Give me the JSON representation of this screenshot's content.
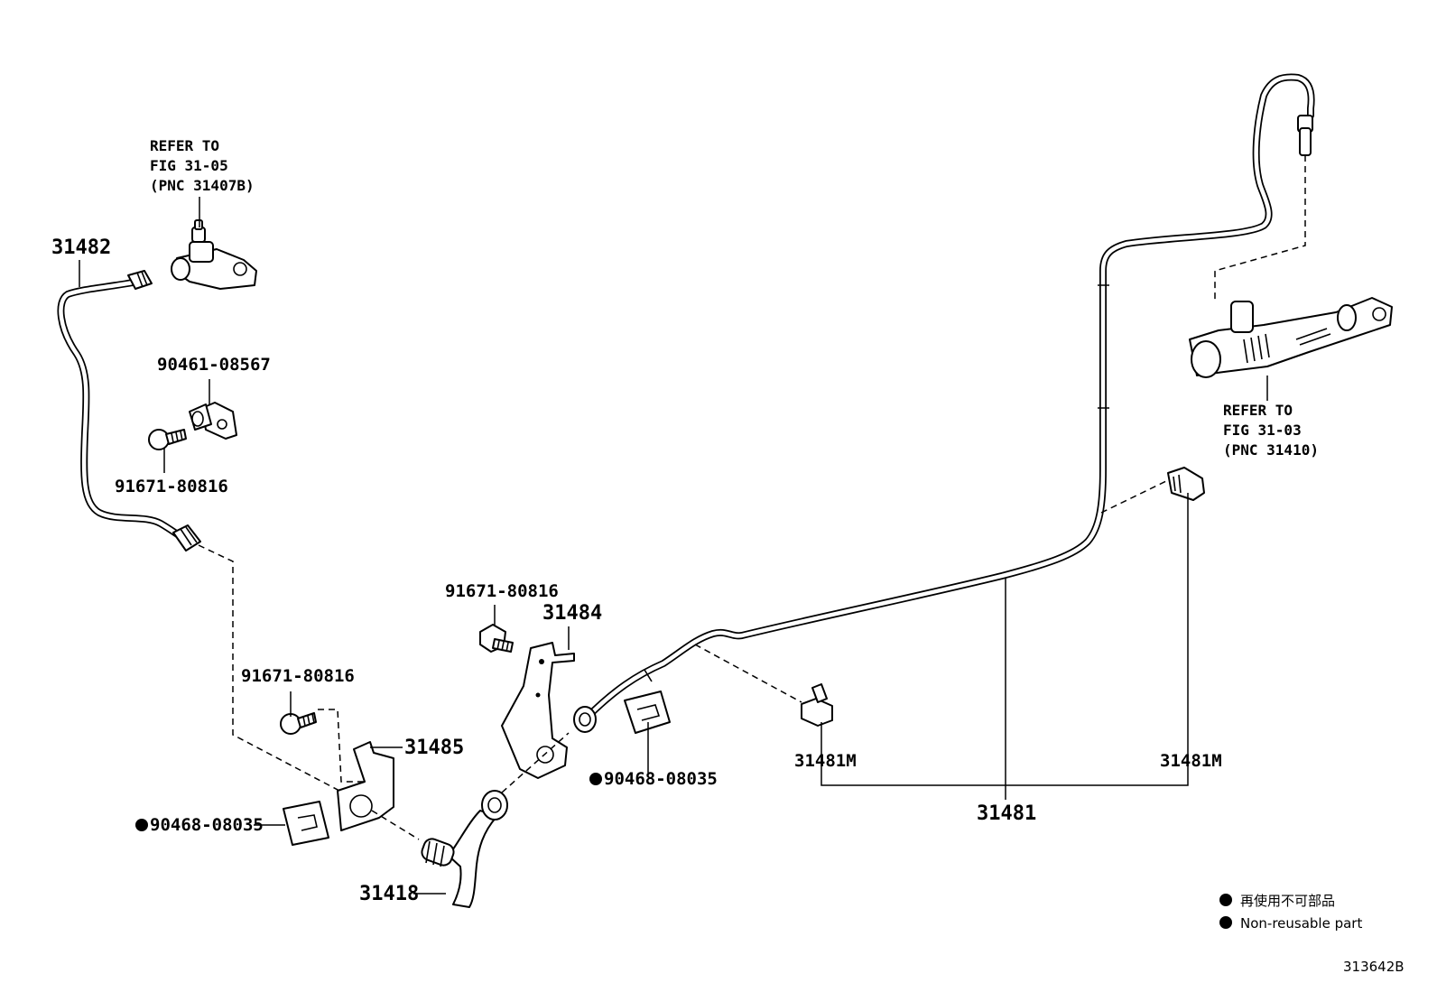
{
  "labels": {
    "p31482": "31482",
    "p31484": "31484",
    "p31485": "31485",
    "p31418": "31418",
    "p31481": "31481",
    "p31481m_a": "31481M",
    "p31481m_b": "31481M",
    "p90461": "90461-08567",
    "p91671_a": "91671-80816",
    "p91671_b": "91671-80816",
    "p91671_c": "91671-80816",
    "p90468_a": "90468-08035",
    "p90468_b": "90468-08035"
  },
  "refer_top": [
    "REFER TO",
    "FIG 31-05",
    "(PNC 31407B)"
  ],
  "refer_right": [
    "REFER TO",
    "FIG 31-03",
    "(PNC 31410)"
  ],
  "legend": {
    "line1": "再使用不可部品",
    "line2": "Non-reusable part"
  },
  "figure_code": "313642B",
  "colors": {
    "ink": "#000000",
    "paper": "#ffffff"
  }
}
